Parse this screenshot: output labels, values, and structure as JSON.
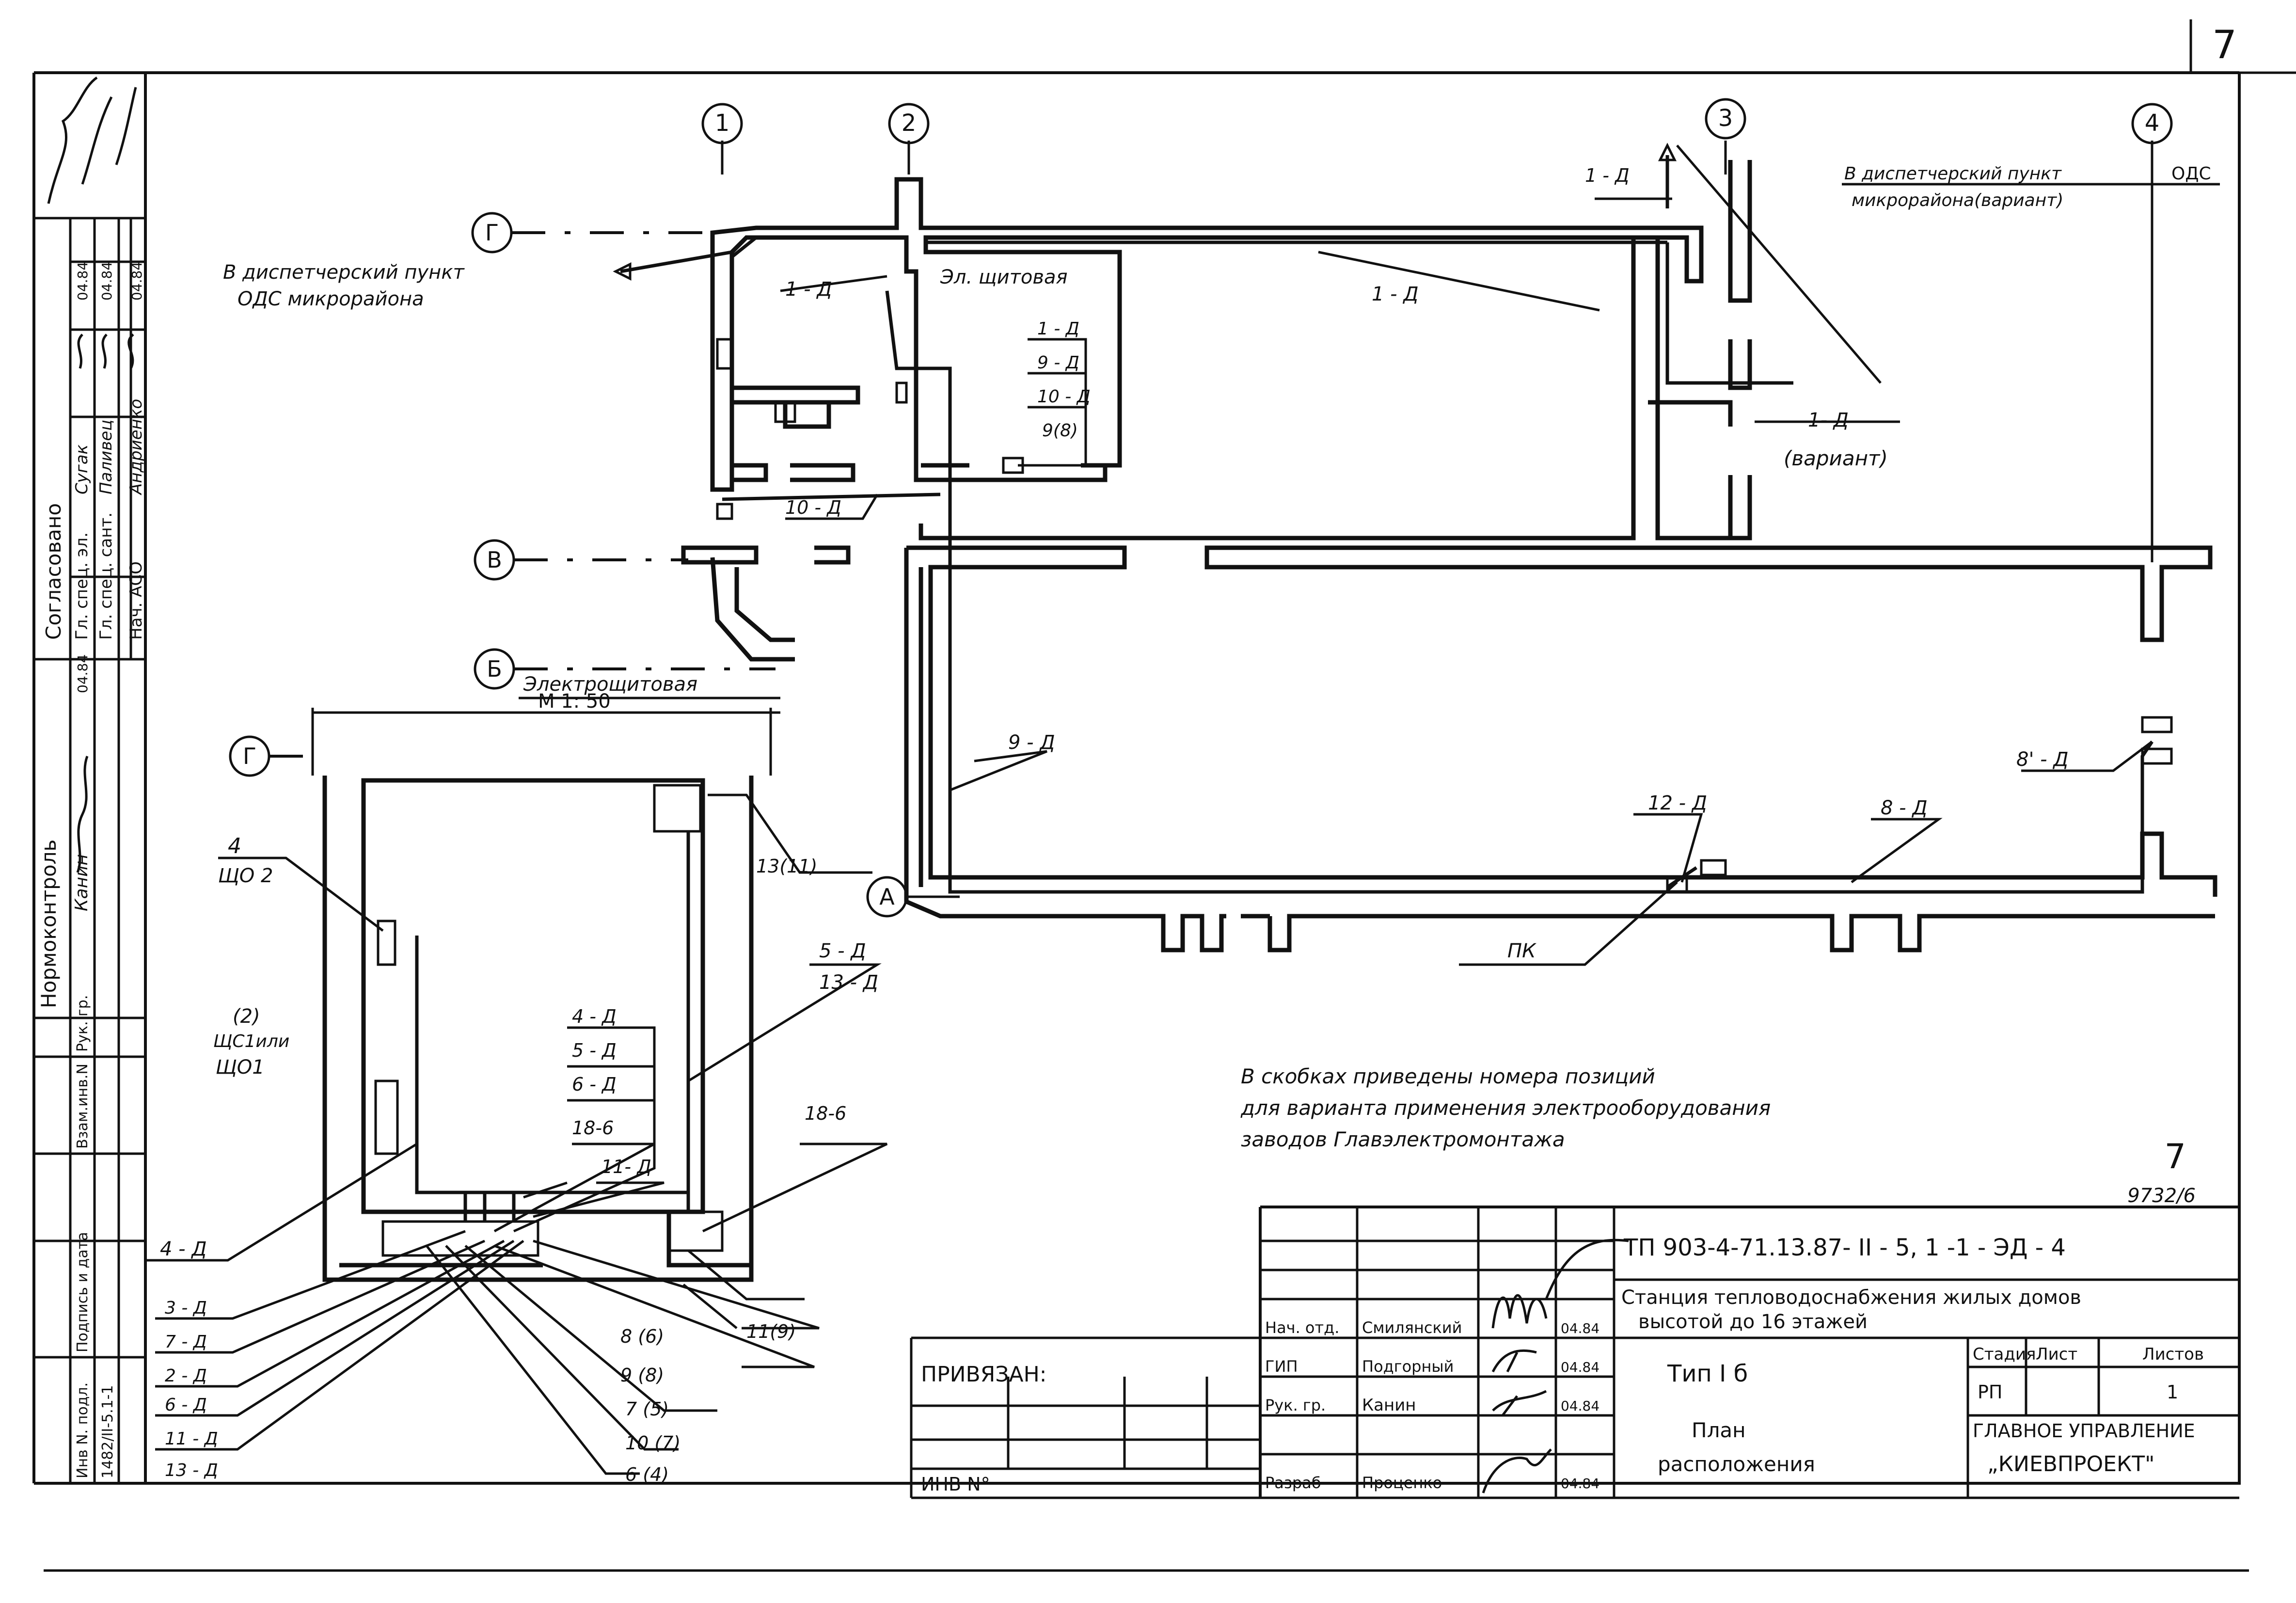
{
  "sheet": {
    "sheet_number": "7",
    "sheet_ref": "7",
    "sheet_subref": "9732/6"
  },
  "axes": {
    "col_1": "1",
    "col_2": "2",
    "col_3": "3",
    "col_4": "4",
    "row_G": "Г",
    "row_V": "В",
    "row_B": "Б",
    "row_A": "А",
    "row_G_detail": "Г"
  },
  "rooms": {
    "el_switchboard": "Эл. щитовая",
    "el_switchboard_2": "Электрощитовая",
    "scale": "М 1: 50"
  },
  "notes": {
    "to_dispatch_left_1": "В диспетчерский пункт",
    "to_dispatch_left_2": "ОДС микрорайона",
    "to_dispatch_right_1": "В диспетчерский пункт",
    "to_dispatch_right_2": "микрорайона(вариант)",
    "to_dispatch_right_3": "ОДС",
    "variant": "(вариант)",
    "pk": "ПК",
    "remark_1": "В скобках приведены номера позиций",
    "remark_2": "для варианта применения электрооборудования",
    "remark_3": "заводов Главэлектромонтажа"
  },
  "cables": {
    "c1d_a": "1 - Д",
    "c1d_b": "1 - Д",
    "c1d_c": "1 - Д",
    "c1d_d": "1- Д",
    "c1d_e": "1 - Д",
    "stack_1": "1 - Д",
    "stack_2": "9 - Д",
    "stack_3": "10 - Д",
    "stack_4": "9(8)",
    "c10d": "10 - Д",
    "c9d": "9 - Д",
    "c12d": "12 - Д",
    "c8d": "8 - Д",
    "c8pd": "8' - Д",
    "c5d": "5 - Д",
    "c13d": "13 - Д",
    "c18b_top": "18-6",
    "c13_11": "13(11)",
    "c4d_stack": "4 - Д",
    "c5d_stack": "5 - Д",
    "c6d_stack": "6 - Д",
    "c18b_mid": "18-6",
    "c11d_mid": "11- Д",
    "c4d_low": "4 - Д",
    "c3d": "3 - Д",
    "c7d": "7 - Д",
    "c2d": "2 - Д",
    "c6d": "6 - Д",
    "c11d": "11 - Д",
    "c13d_low": "13 - Д",
    "p8_6": "8 (6)",
    "p9_8": "9 (8)",
    "p7_5": "7 (5)",
    "p10_7": "10 (7)",
    "p6_4": "6 (4)",
    "p11_9": "11(9)"
  },
  "equipment": {
    "num_4": "4",
    "shch02": "ЩО 2",
    "num_2": "(2)",
    "shchs1": "ЩС1или",
    "shch01": "ЩО1"
  },
  "approvals": {
    "header": "Согласовано",
    "rows": [
      {
        "role": "Гл. спец. эл.",
        "name": "Сугак",
        "date": "04.84"
      },
      {
        "role": "Гл. спец. сант.",
        "name": "Паливец",
        "date": "04.84"
      },
      {
        "role": "Нач. АСО",
        "name": "Андриенко",
        "date": "04.84"
      }
    ],
    "normcontrol": "Нормоконтроль",
    "normcontrol_name": "Канин",
    "normcontrol_date": "04.84",
    "ruk_gr": "Рук. гр.",
    "vzam_inv": "Взам.инв.N",
    "podpis": "Подпись и дата",
    "inv_podl": "Инв N. подл.",
    "inv_value": "1482/II-5.1-1"
  },
  "title_block": {
    "code": "ТП 903-4-71.13.87- II - 5, 1 -1 - ЭД - 4",
    "project_1": "Станция тепловодоснабжения жилых домов",
    "project_2": "высотой до 16 этажей",
    "type": "Тип I б",
    "drawing_1": "План",
    "drawing_2": "расположения",
    "stage_label": "Стадия",
    "sheet_label": "Лист",
    "sheets_label": "Листов",
    "stage": "РП",
    "sheets_total": "1",
    "org_1": "ГЛАВНОЕ УПРАВЛЕНИЕ",
    "org_2": "„КИЕВПРОЕКТ\"",
    "privyazan": "ПРИВЯЗАН:",
    "inv_no": "ИНВ N°",
    "signers": [
      {
        "role": "Нач. отд.",
        "name": "Смилянский",
        "date": "04.84"
      },
      {
        "role": "ГИП",
        "name": "Подгорный",
        "date": "04.84"
      },
      {
        "role": "Рук. гр.",
        "name": "Канин",
        "date": "04.84"
      },
      {
        "role": "Разраб",
        "name": "Проценко",
        "date": "04.84"
      }
    ]
  }
}
